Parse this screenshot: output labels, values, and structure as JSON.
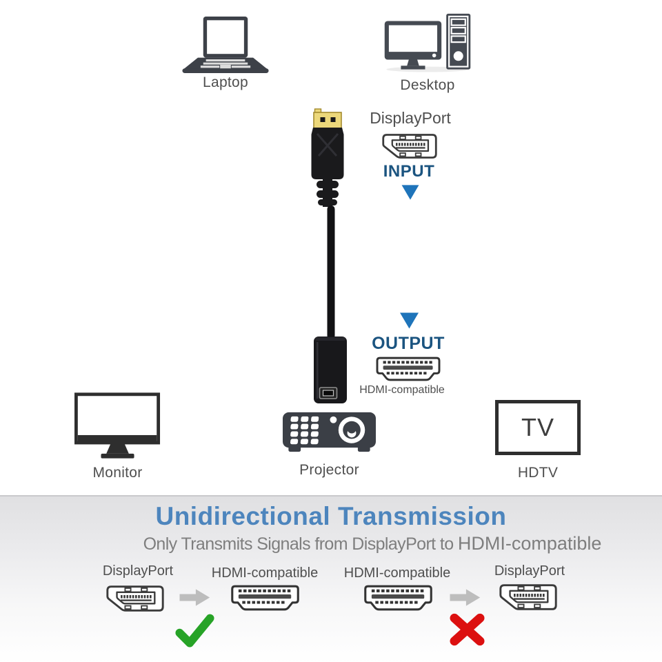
{
  "top_devices": {
    "laptop_label": "Laptop",
    "desktop_label": "Desktop"
  },
  "flow": {
    "input_port_label": "DisplayPort",
    "input_label": "INPUT",
    "output_label": "OUTPUT",
    "output_port_label": "HDMI-compatible"
  },
  "bottom_devices": {
    "monitor_label": "Monitor",
    "projector_label": "Projector",
    "hdtv_label": "HDTV",
    "tv_screen_text": "TV"
  },
  "banner": {
    "title": "Unidirectional Transmission",
    "subtitle_prefix": "Only Transmits Signals from DisplayPort to ",
    "subtitle_emphasis": "HDMI-compatible"
  },
  "compatibility": {
    "allowed": {
      "from_label": "DisplayPort",
      "to_label": "HDMI-compatible",
      "status": "allowed"
    },
    "blocked": {
      "from_label": "HDMI-compatible",
      "to_label": "DisplayPort",
      "status": "blocked"
    }
  },
  "colors": {
    "direction_text_blue": "#1b5480",
    "arrow_blue": "#1e74ba",
    "title_blue": "#4d85bd",
    "device_label_gray": "#4f4f4f",
    "subtitle_gray": "#7e7e7e",
    "check_green": "#27a327",
    "cross_red": "#dc1010",
    "flow_arrow_gray": "#bdbdbd",
    "icon_dark": "#3d4148"
  }
}
